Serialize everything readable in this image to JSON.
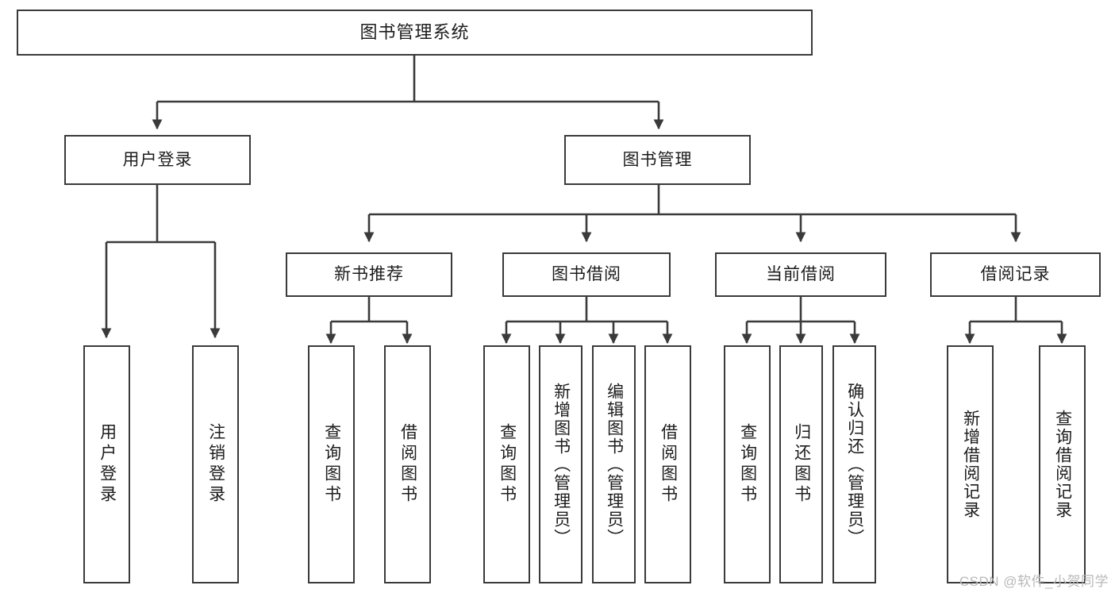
{
  "diagram": {
    "title": "图书管理系统",
    "watermark": "CSDN @软件_小贺同学",
    "line_color": "#3a3a3a",
    "box_fill": "#ffffff",
    "text_color": "#1c1c1c",
    "root": {
      "label": "图书管理系统"
    },
    "level1": [
      {
        "label": "用户登录"
      },
      {
        "label": "图书管理"
      }
    ],
    "level2": [
      {
        "label": "新书推荐"
      },
      {
        "label": "图书借阅"
      },
      {
        "label": "当前借阅"
      },
      {
        "label": "借阅记录"
      }
    ],
    "leaves": {
      "user_login": [
        {
          "label": "用户登录"
        },
        {
          "label": "注销登录"
        }
      ],
      "new_book": [
        {
          "label": "查询图书"
        },
        {
          "label": "借阅图书"
        }
      ],
      "borrow_book": [
        {
          "label": "查询图书"
        },
        {
          "label": "新增图书（管理员）"
        },
        {
          "label": "编辑图书（管理员）"
        },
        {
          "label": "借阅图书"
        }
      ],
      "current_borrow": [
        {
          "label": "查询图书"
        },
        {
          "label": "归还图书"
        },
        {
          "label": "确认归还（管理员）"
        }
      ],
      "borrow_record": [
        {
          "label": "新增借阅记录"
        },
        {
          "label": "查询借阅记录"
        }
      ]
    }
  }
}
